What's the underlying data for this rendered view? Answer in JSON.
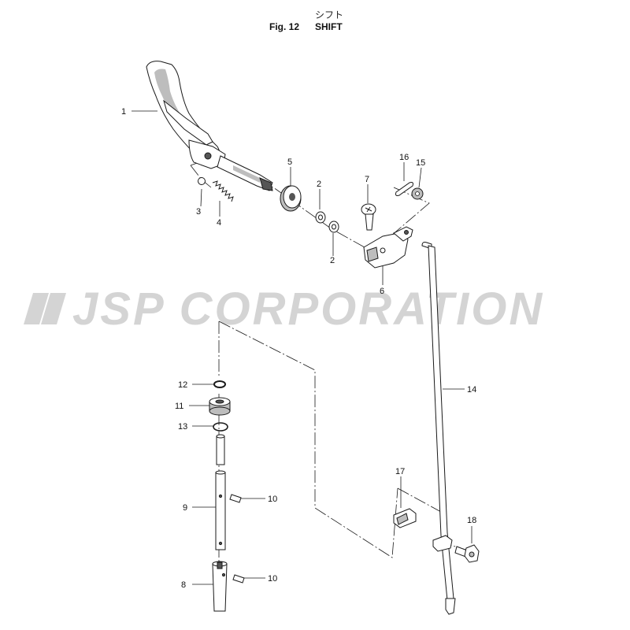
{
  "header": {
    "fig_number": "Fig. 12",
    "title_jp": "シフト",
    "title_en": "SHIFT"
  },
  "watermark": {
    "text": "JSP CORPORATION"
  },
  "callouts": {
    "c1": "1",
    "c2a": "2",
    "c2b": "2",
    "c3": "3",
    "c4": "4",
    "c5": "5",
    "c6": "6",
    "c7": "7",
    "c8": "8",
    "c9": "9",
    "c10a": "10",
    "c10b": "10",
    "c11": "11",
    "c12": "12",
    "c13": "13",
    "c14": "14",
    "c15": "15",
    "c16": "16",
    "c17": "17",
    "c18": "18"
  },
  "colors": {
    "line": "#1a1a1a",
    "part_fill": "#ffffff",
    "shade": "#bdbdbd",
    "dark": "#555555",
    "watermark": "#d4d4d4"
  }
}
